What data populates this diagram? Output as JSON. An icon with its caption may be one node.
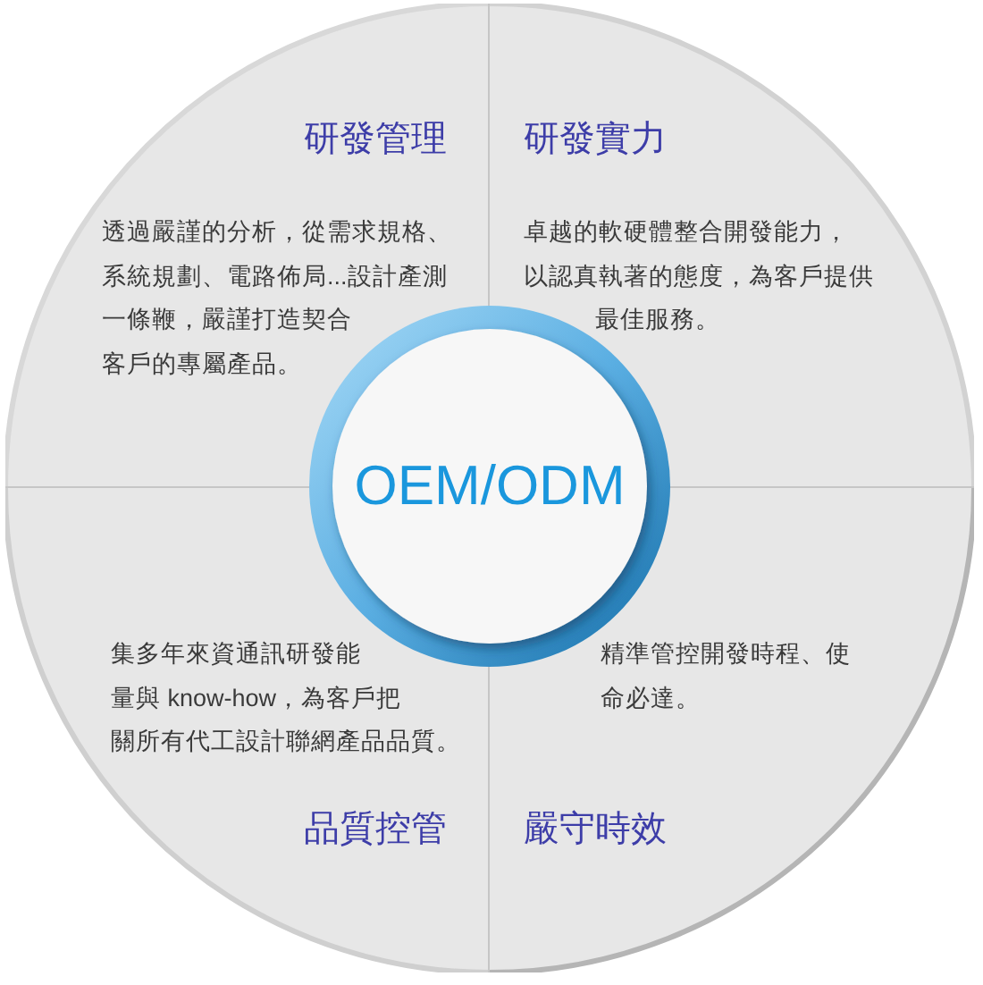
{
  "diagram": {
    "nodes": [
      {
        "text": [
          "研發管理",
          "透過嚴謹的分析，從需求規格、系統規劃、電路佈局...設計產測一條鞭，嚴謹打造契合客戶的專屬產品。"
        ]
      },
      {
        "text": [
          "研發實力",
          "卓越的軟硬體整合開發能力，以認真執著的態度，為客戶提供最佳服務。"
        ]
      },
      {
        "text": [
          "OEM/ODM"
        ]
      },
      {
        "text": [
          "集多年來資通訊研發能量與 know-how，為客戶把關所有代工設計聯網產品品質。",
          "品質控管"
        ]
      },
      {
        "text": [
          "精準管控開發時程、使命必達。",
          "嚴守時效"
        ]
      }
    ]
  }
}
